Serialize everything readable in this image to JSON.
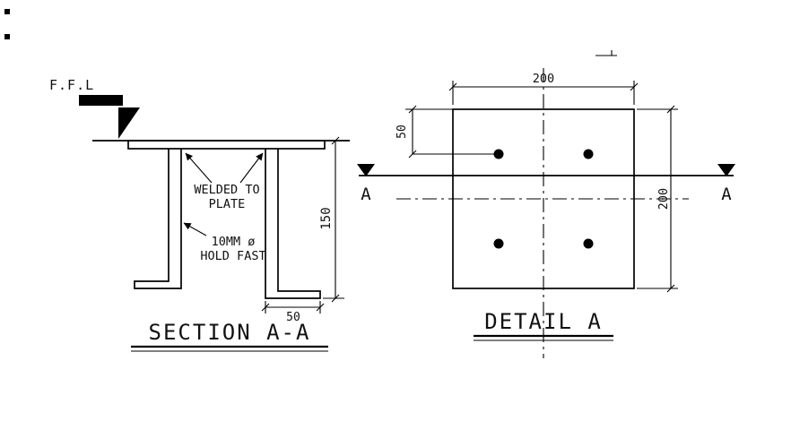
{
  "canvas": {
    "background": "#ffffff",
    "line_color": "#000000"
  },
  "section_view": {
    "title": "SECTION  A-A",
    "ffl_label": "F.F.L",
    "notes": {
      "welded_line1": "WELDED TO",
      "welded_line2": "PLATE",
      "holdfast_line1": "10MM ø",
      "holdfast_line2": "HOLD FAST"
    },
    "dimensions": {
      "height": "150",
      "foot_width": "50"
    }
  },
  "detail_view": {
    "title": "DETAIL  A",
    "dimensions": {
      "top_width": "200",
      "left_edge_offset": "50",
      "right_height": "200"
    },
    "section_markers": {
      "left": "A",
      "right": "A"
    }
  }
}
